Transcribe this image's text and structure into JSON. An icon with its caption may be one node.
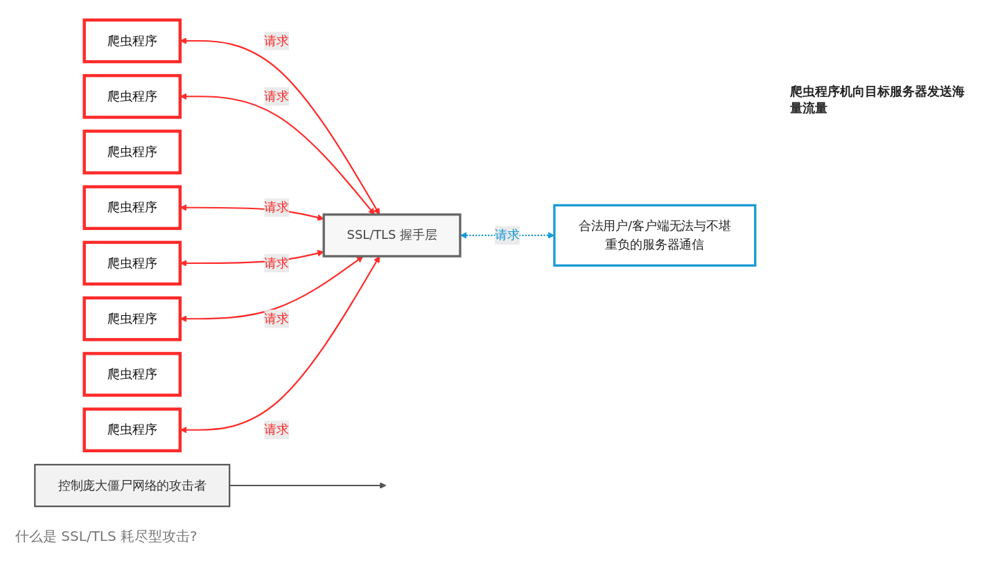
{
  "diagram": {
    "title": "什么是 SSL/TLS 耗尽型攻击?",
    "nodes": [
      {
        "text": [
          "控制庞大僵尸网络的攻击者"
        ]
      },
      {
        "text": [
          "爬虫程序"
        ]
      },
      {
        "text": [
          "爬虫程序"
        ]
      },
      {
        "text": [
          "爬虫程序"
        ]
      },
      {
        "text": [
          "爬虫程序"
        ]
      },
      {
        "text": [
          "爬虫程序"
        ]
      },
      {
        "text": [
          "爬虫程序"
        ]
      },
      {
        "text": [
          "爬虫程序"
        ]
      },
      {
        "text": [
          "爬虫程序"
        ]
      },
      {
        "text": [
          "SSL/TLS 握手层"
        ]
      },
      {
        "text": [
          "合法用户/客户端无法与不堪重负的服务器通信"
        ]
      }
    ],
    "edges": [
      {
        "from": 0,
        "to": null,
        "arrow": "to",
        "color": "#555555"
      },
      {
        "from": 1,
        "to": 9,
        "arrow": "both",
        "label": "请求"
      },
      {
        "from": 3,
        "to": 9,
        "arrow": "both",
        "label": "请求"
      },
      {
        "from": 4,
        "to": 9,
        "arrow": "both",
        "label": "请求"
      },
      {
        "from": 5,
        "to": 9,
        "arrow": "both",
        "label": "请求"
      },
      {
        "from": 7,
        "to": 9,
        "arrow": "both",
        "label": "请求"
      },
      {
        "from": 8,
        "to": 9,
        "arrow": "both",
        "label": "请求"
      },
      {
        "from": 9,
        "to": 10,
        "arrow": "both",
        "label": "请求",
        "style": "dashed",
        "color": "#1a9ad6"
      }
    ],
    "labels": [
      "爬虫程序机向目标服务器发送海量流量"
    ]
  }
}
